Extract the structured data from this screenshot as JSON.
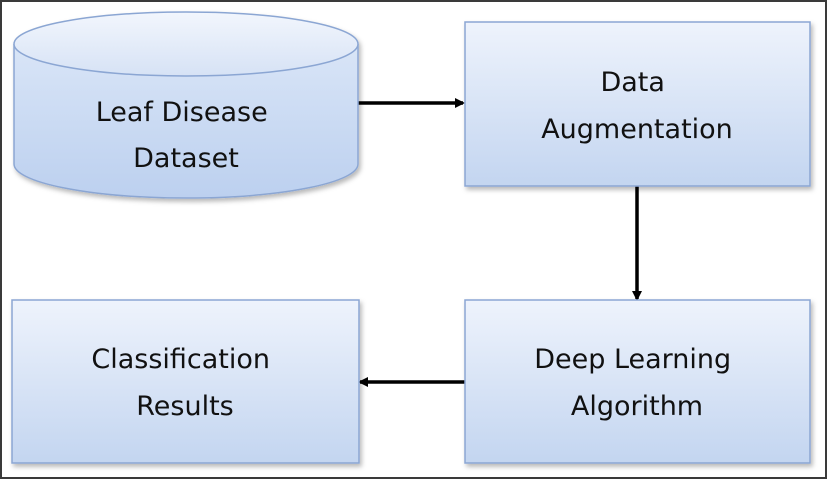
{
  "diagram": {
    "nodes": [
      {
        "id": "dataset",
        "shape": "cylinder",
        "lines": [
          "Leaf Disease",
          "Dataset"
        ]
      },
      {
        "id": "augmentation",
        "shape": "box",
        "lines": [
          "Data",
          "Augmentation"
        ]
      },
      {
        "id": "deep_learning",
        "shape": "box",
        "lines": [
          "Deep Learning",
          "Algorithm"
        ]
      },
      {
        "id": "classification",
        "shape": "box",
        "lines": [
          "Classification",
          "Results"
        ]
      }
    ],
    "edges": [
      {
        "from": "dataset",
        "to": "augmentation"
      },
      {
        "from": "augmentation",
        "to": "deep_learning"
      },
      {
        "from": "deep_learning",
        "to": "classification"
      }
    ],
    "colors": {
      "fill_top": "#eef3fc",
      "fill_bottom": "#c3d5f0",
      "stroke": "#8ba6d3",
      "arrow": "#000000",
      "frame": "#3a3a3a"
    }
  }
}
